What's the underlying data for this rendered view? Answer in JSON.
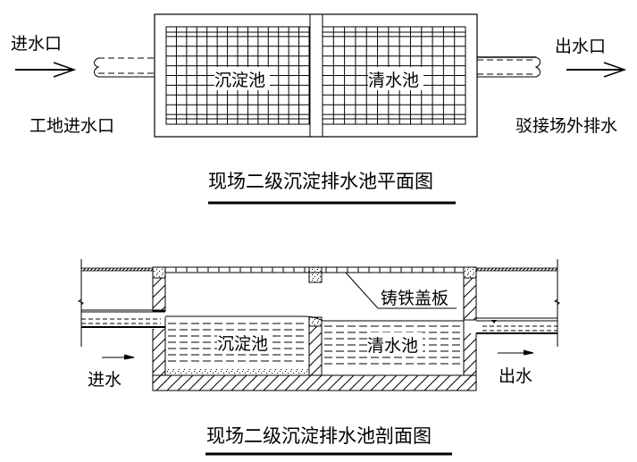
{
  "plan_view": {
    "title": "现场二级沉淀排水池平面图",
    "inlet_label": "进水口",
    "inlet_source_label": "工地进水口",
    "outlet_label": "出水口",
    "outlet_dest_label": "驳接场外排水",
    "tanks": [
      {
        "name": "沉淀池"
      },
      {
        "name": "清水池"
      }
    ]
  },
  "section_view": {
    "title": "现场二级沉淀排水池剖面图",
    "inlet_label": "进水",
    "outlet_label": "出水",
    "cover_label": "铸铁盖板",
    "tanks": [
      {
        "name": "沉淀池"
      },
      {
        "name": "清水池"
      }
    ]
  },
  "colors": {
    "line": "#000000",
    "background": "#ffffff"
  }
}
